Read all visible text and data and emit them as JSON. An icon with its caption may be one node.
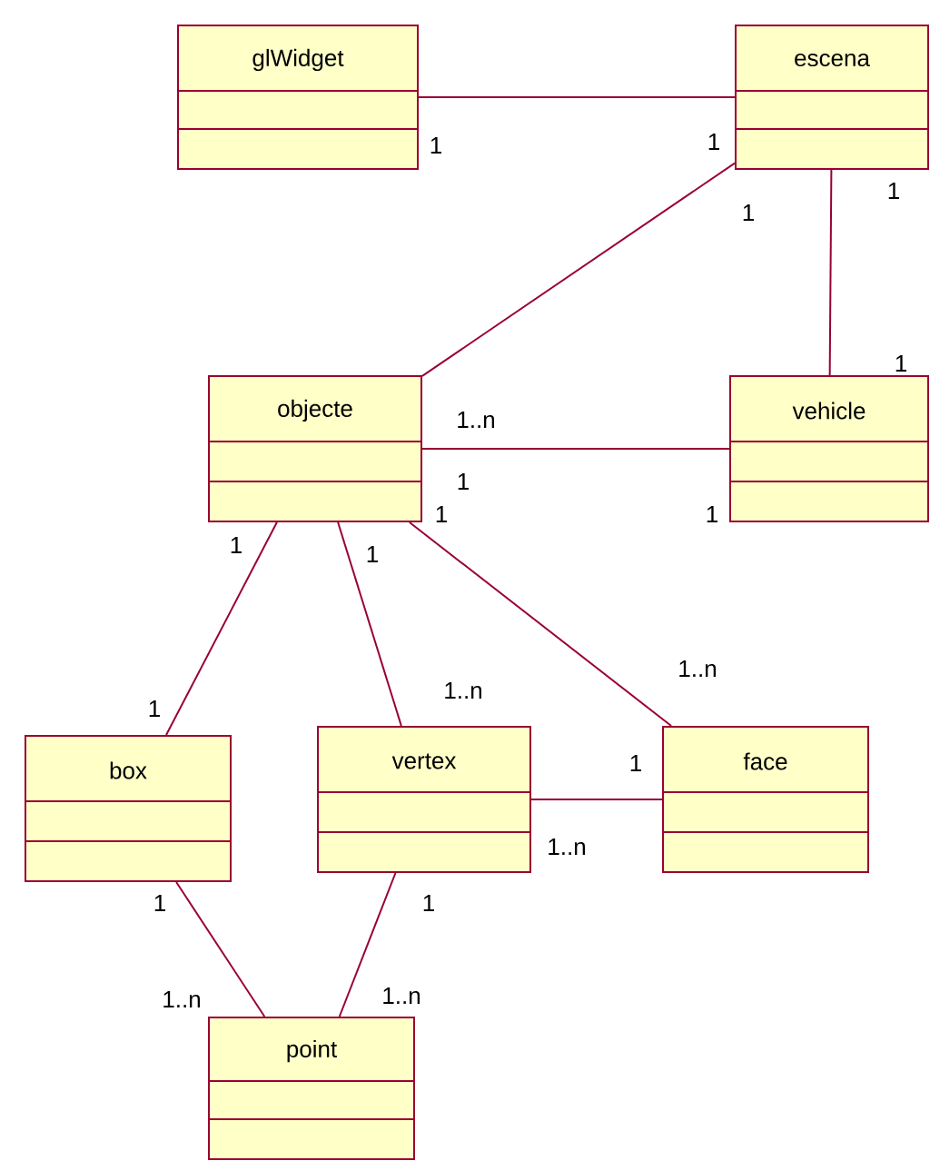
{
  "diagram": {
    "nodes": [
      {
        "text": [
          "glWidget"
        ]
      },
      {
        "text": [
          "escena"
        ]
      },
      {
        "text": [
          "objecte"
        ]
      },
      {
        "text": [
          "vehicle"
        ]
      },
      {
        "text": [
          "box"
        ]
      },
      {
        "text": [
          "vertex"
        ]
      },
      {
        "text": [
          "face"
        ]
      },
      {
        "text": [
          "point"
        ]
      }
    ],
    "edges": [
      {
        "from": 0,
        "to": 1,
        "arrow": "none"
      },
      {
        "from": 1,
        "to": 2,
        "arrow": "none"
      },
      {
        "from": 1,
        "to": 3,
        "arrow": "none"
      },
      {
        "from": 2,
        "to": 3,
        "arrow": "none"
      },
      {
        "from": 2,
        "to": 6,
        "arrow": "none"
      },
      {
        "from": 2,
        "to": 4,
        "arrow": "none"
      },
      {
        "from": 2,
        "to": 5,
        "arrow": "none"
      },
      {
        "from": 5,
        "to": 6,
        "arrow": "none"
      },
      {
        "from": 4,
        "to": 7,
        "arrow": "none"
      },
      {
        "from": 5,
        "to": 7,
        "arrow": "none"
      }
    ],
    "labels": [
      "1",
      "1",
      "1",
      "1",
      "1",
      "1..n",
      "1",
      "1",
      "1",
      "1",
      "1",
      "1..n",
      "1..n",
      "1",
      "1",
      "1..n",
      "1",
      "1",
      "1..n",
      "1..n"
    ]
  }
}
